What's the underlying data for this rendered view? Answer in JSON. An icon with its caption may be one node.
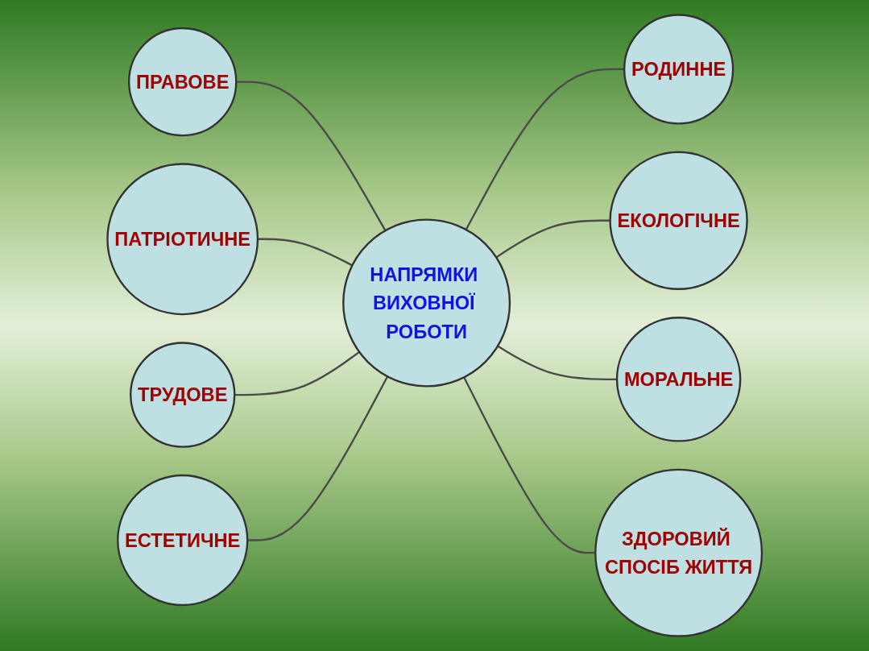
{
  "diagram": {
    "nodes": [
      {
        "text": [
          "НАПРЯМКИ ВИХОВНОЇ РОБОТИ"
        ]
      },
      {
        "text": [
          "ПАТРІОТИЧНЕ"
        ]
      },
      {
        "text": [
          "РОДИННЕ"
        ]
      },
      {
        "text": [
          "ЕКОЛОГІЧНЕ"
        ]
      },
      {
        "text": [
          "МОРАЛЬНЕ"
        ]
      },
      {
        "text": [
          "ЗДОРОВИЙ СПОСІБ ЖИТТЯ"
        ]
      },
      {
        "text": [
          "ЕСТЕТИЧНЕ"
        ]
      },
      {
        "text": [
          "ТРУДОВЕ"
        ]
      },
      {
        "text": [
          "ПРАВОВЕ"
        ]
      }
    ],
    "edges": [
      {
        "from": 8,
        "to": 0,
        "arrow": "none"
      },
      {
        "from": 1,
        "to": 0,
        "arrow": "none"
      },
      {
        "from": 7,
        "to": 0,
        "arrow": "none"
      },
      {
        "from": 6,
        "to": 0,
        "arrow": "none"
      },
      {
        "from": 0,
        "to": 2,
        "arrow": "none"
      },
      {
        "from": 0,
        "to": 3,
        "arrow": "none"
      },
      {
        "from": 0,
        "to": 4,
        "arrow": "none"
      },
      {
        "from": 0,
        "to": 5,
        "arrow": "none"
      }
    ]
  }
}
